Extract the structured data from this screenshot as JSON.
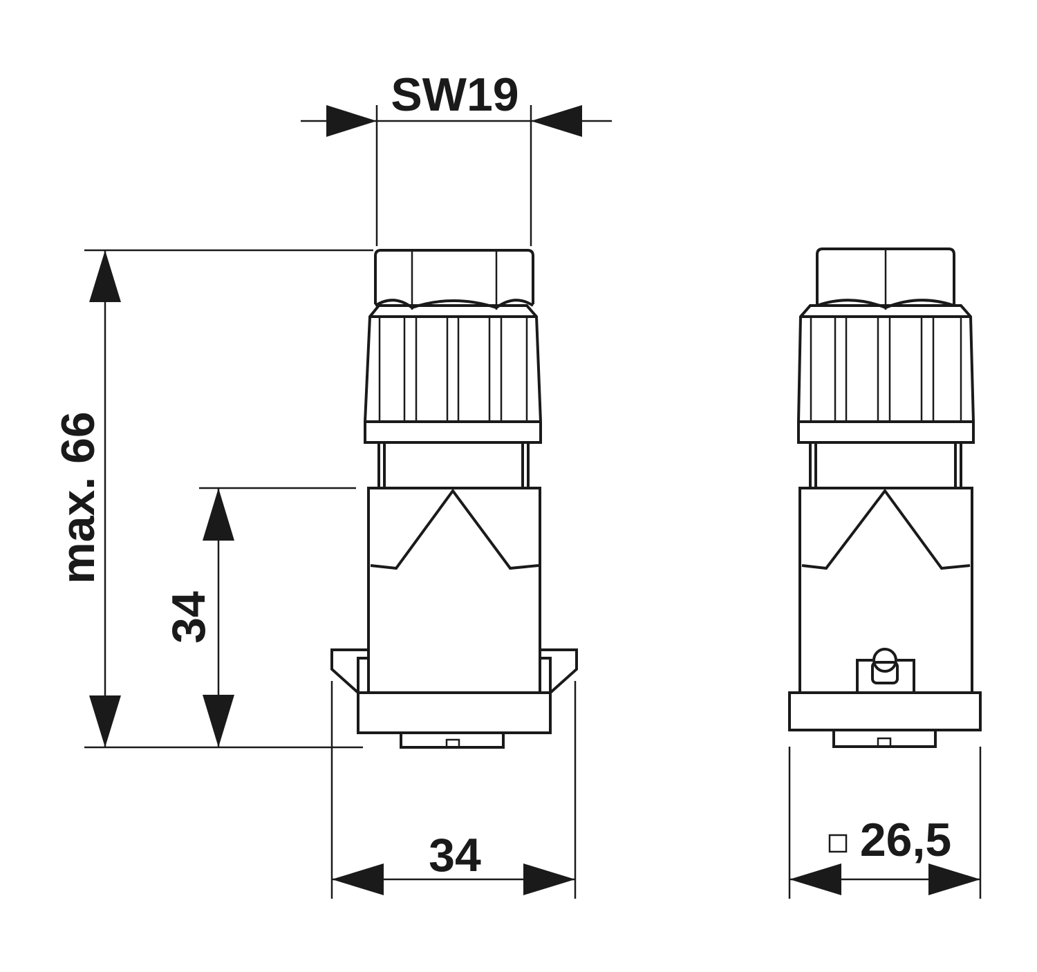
{
  "dimensions": {
    "sw": "SW19",
    "max_height": "max. 66",
    "body_height": "34",
    "width_front": "34",
    "width_side": "26,5"
  },
  "symbols": {
    "square": "square-symbol"
  }
}
